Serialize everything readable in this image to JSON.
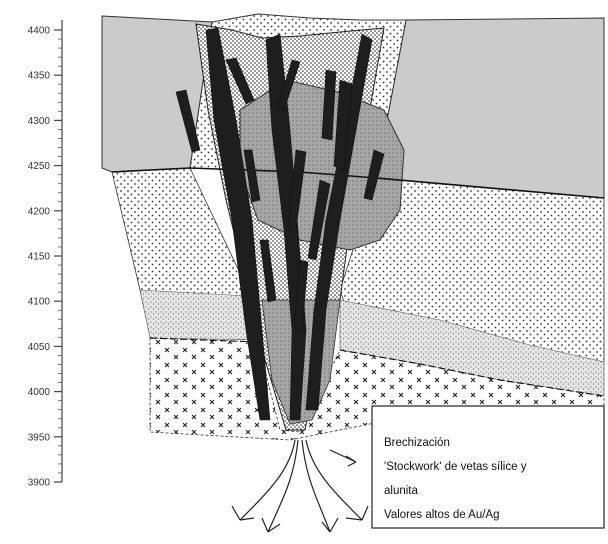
{
  "axis": {
    "ticks": [
      {
        "label": "4400",
        "value": 4400
      },
      {
        "label": "4350",
        "value": 4350
      },
      {
        "label": "4300",
        "value": 4300
      },
      {
        "label": "4250",
        "value": 4250
      },
      {
        "label": "4200",
        "value": 4200
      },
      {
        "label": "4150",
        "value": 4150
      },
      {
        "label": "4100",
        "value": 4100
      },
      {
        "label": "4050",
        "value": 4050
      },
      {
        "label": "4000",
        "value": 4000
      },
      {
        "label": "3950",
        "value": 3950
      },
      {
        "label": "3900",
        "value": 3900
      }
    ]
  },
  "legend": {
    "line1": "Brechización",
    "line2": "'Stockwork' de vetas sílice y",
    "line3": "alunita",
    "line4": "Valores altos de Au/Ag"
  },
  "colors": {
    "ink": "#1a1a1a",
    "breccia": "#2b2b2b",
    "host_grey": "#c8c8c8",
    "core_grey": "#a9a9a9",
    "paper": "#ffffff"
  }
}
